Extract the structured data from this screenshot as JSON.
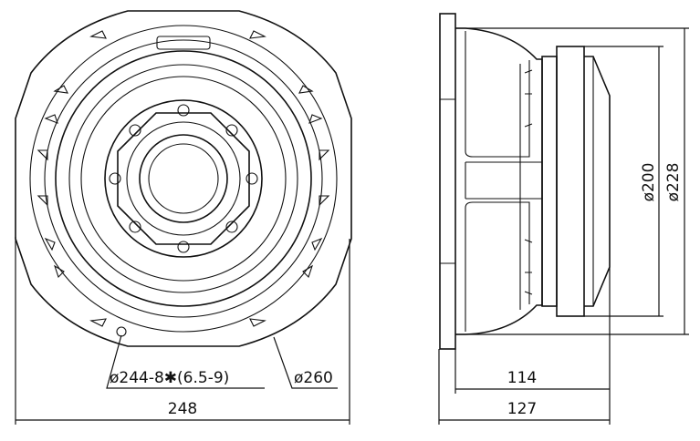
{
  "drawing": {
    "front_view": {
      "bolt_circle_label": "ø244-8✱(6.5-9)",
      "outer_diameter_label": "ø260",
      "overall_width_label": "248"
    },
    "side_view": {
      "depth_label": "114",
      "overall_depth_label": "127",
      "magnet_diameter_label": "ø200",
      "frame_diameter_label": "ø228"
    },
    "colors": {
      "line": "#111111",
      "background": "#ffffff"
    }
  }
}
